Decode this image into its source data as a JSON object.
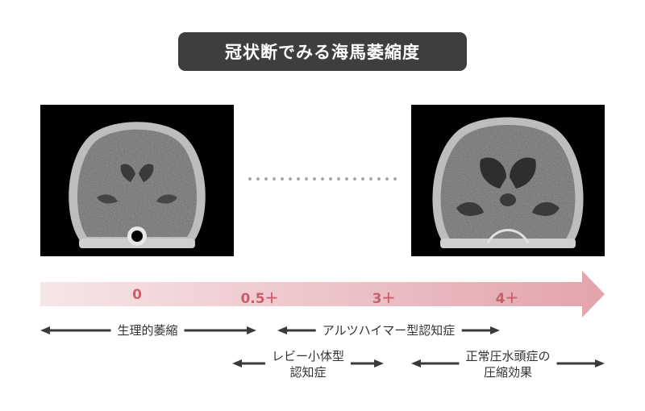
{
  "title": "冠状断でみる海馬萎縮度",
  "images": {
    "left": "coronal-brain-ct-normal",
    "right": "coronal-brain-ct-atrophy"
  },
  "colors": {
    "title_bg": "#3e3e3e",
    "arrow_start": "#f6e6e8",
    "arrow_end": "#e3a3ab",
    "stage_text": "#c95f6c",
    "bracket": "#3a3a3a"
  },
  "stages": [
    "0",
    "0.5＋",
    "3＋",
    "4＋"
  ],
  "ranges": [
    {
      "lines": [
        "生理的萎縮"
      ]
    },
    {
      "lines": [
        "アルツハイマー型認知症"
      ]
    },
    {
      "lines": [
        "レビー小体型",
        "認知症"
      ]
    },
    {
      "lines": [
        "正常圧水頭症の",
        "圧縮効果"
      ]
    }
  ]
}
